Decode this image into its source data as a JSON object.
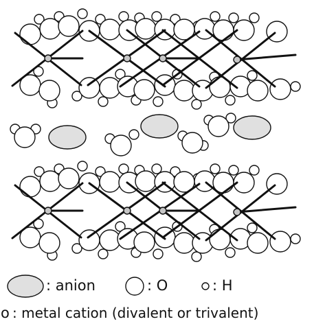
{
  "legend": {
    "anion_label": ": anion",
    "oxygen_label": ": O",
    "hydrogen_label": ": H",
    "metal_symbol": "o",
    "metal_label": ": metal cation (divalent or trivalent)"
  },
  "colors": {
    "anion_fill": "#e0e0e0",
    "cation_fill": "#c6c6c6",
    "bond": "#111111",
    "outline": "#111111"
  }
}
